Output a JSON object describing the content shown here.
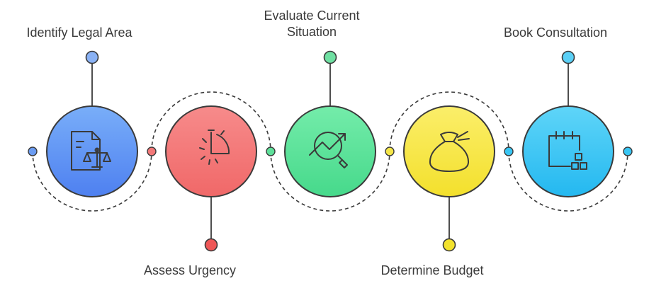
{
  "steps": [
    {
      "label": "Identify Legal Area",
      "icon": "legal-document-scales-icon",
      "color": "#6b9cf2"
    },
    {
      "label": "Assess Urgency",
      "icon": "stopwatch-icon",
      "color": "#f27878"
    },
    {
      "label": "Evaluate Current\nSituation",
      "icon": "analysis-magnifier-icon",
      "color": "#5ee09a"
    },
    {
      "label": "Determine Budget",
      "icon": "money-bag-icon",
      "color": "#f5e648"
    },
    {
      "label": "Book Consultation",
      "icon": "calendar-blocks-icon",
      "color": "#38c6f4"
    }
  ],
  "colors": {
    "line": "#3a3a3a",
    "text": "#3a3a3a"
  }
}
